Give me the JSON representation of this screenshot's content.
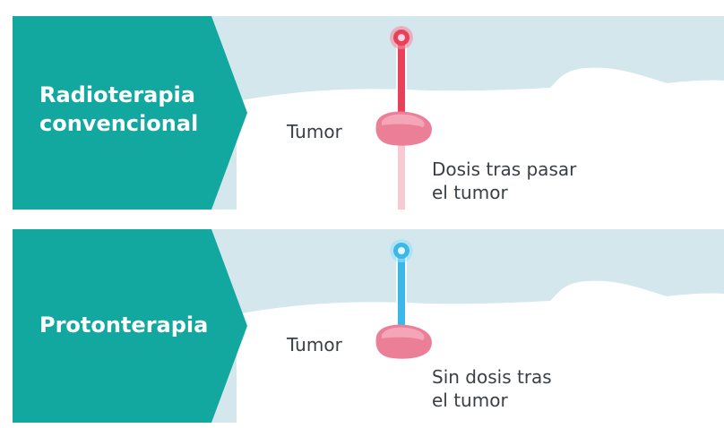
{
  "panels": [
    {
      "title_lines": [
        "Radioterapia",
        "convencional"
      ],
      "tumor_label": "Tumor",
      "caption_lines": [
        "Dosis tras pasar",
        "el tumor"
      ],
      "beam_color": "#e8405a",
      "beam_glow": "#f58ca0",
      "exit_beam_color": "#f7c9d2"
    },
    {
      "title_lines": [
        "Protonterapia"
      ],
      "tumor_label": "Tumor",
      "caption_lines": [
        "Sin dosis tras",
        "el tumor"
      ],
      "beam_color": "#3bb8e8",
      "beam_glow": "#9fe0f7",
      "exit_beam_color": null
    }
  ],
  "colors": {
    "banner": "#12a8a0",
    "background": "#d3e7ec",
    "body": "#ffffff",
    "tumor": "#ec7f98",
    "tumor_highlight": "#f4a6b8"
  }
}
